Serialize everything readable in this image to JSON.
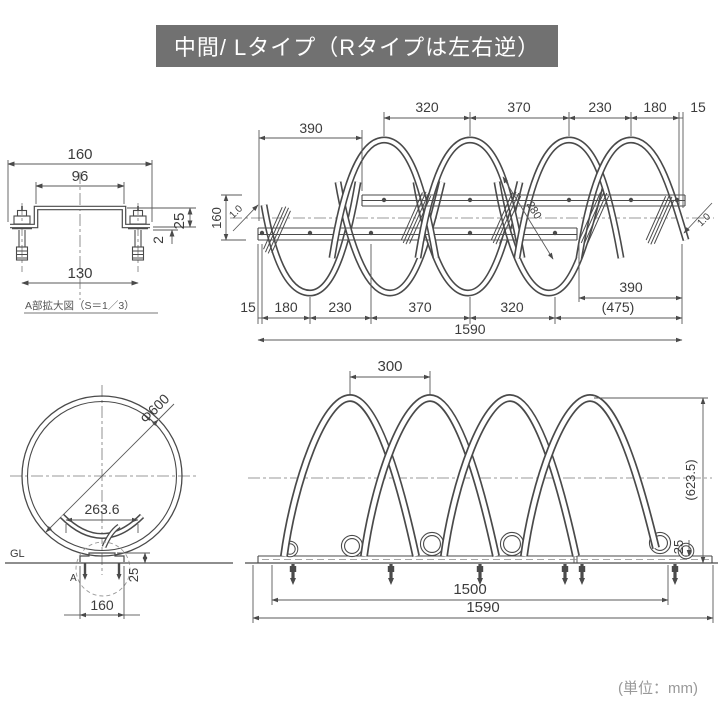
{
  "title": "中間/ Lタイプ（Rタイプは左右逆）",
  "unit_note": "(単位：mm)",
  "colors": {
    "line": "#4a4a4a",
    "title_bg": "#717171",
    "title_text": "#ffffff",
    "dim_text": "#3c3c3c",
    "unit_text": "#999999"
  },
  "bracket_detail": {
    "caption": "A部拡大図（S＝1／3）",
    "dims": {
      "top_width": "160",
      "inner_width": "96",
      "height": "25",
      "thickness": "2",
      "bolt_spacing": "130"
    }
  },
  "plan_view": {
    "dim_top_left": "390",
    "dims_top": [
      "320",
      "370",
      "230",
      "180",
      "15"
    ],
    "dim_left": "160",
    "dims_bottom": [
      "15",
      "180",
      "230",
      "370",
      "320",
      "(475)"
    ],
    "dim_bottom_right": "390",
    "dim_total": "1590",
    "dim_diagonal": "280",
    "slope_left": "1.0",
    "slope_right": "1.0"
  },
  "end_view": {
    "diameter": "Φ600",
    "inner_width": "263.6",
    "ground_label": "GL",
    "height": "25",
    "bracket_width": "160",
    "detail_label": "A"
  },
  "front_view": {
    "pitch": "300",
    "height": "(623.5)",
    "base_height": "25",
    "anchor_span": "1500",
    "total_length": "1590"
  }
}
